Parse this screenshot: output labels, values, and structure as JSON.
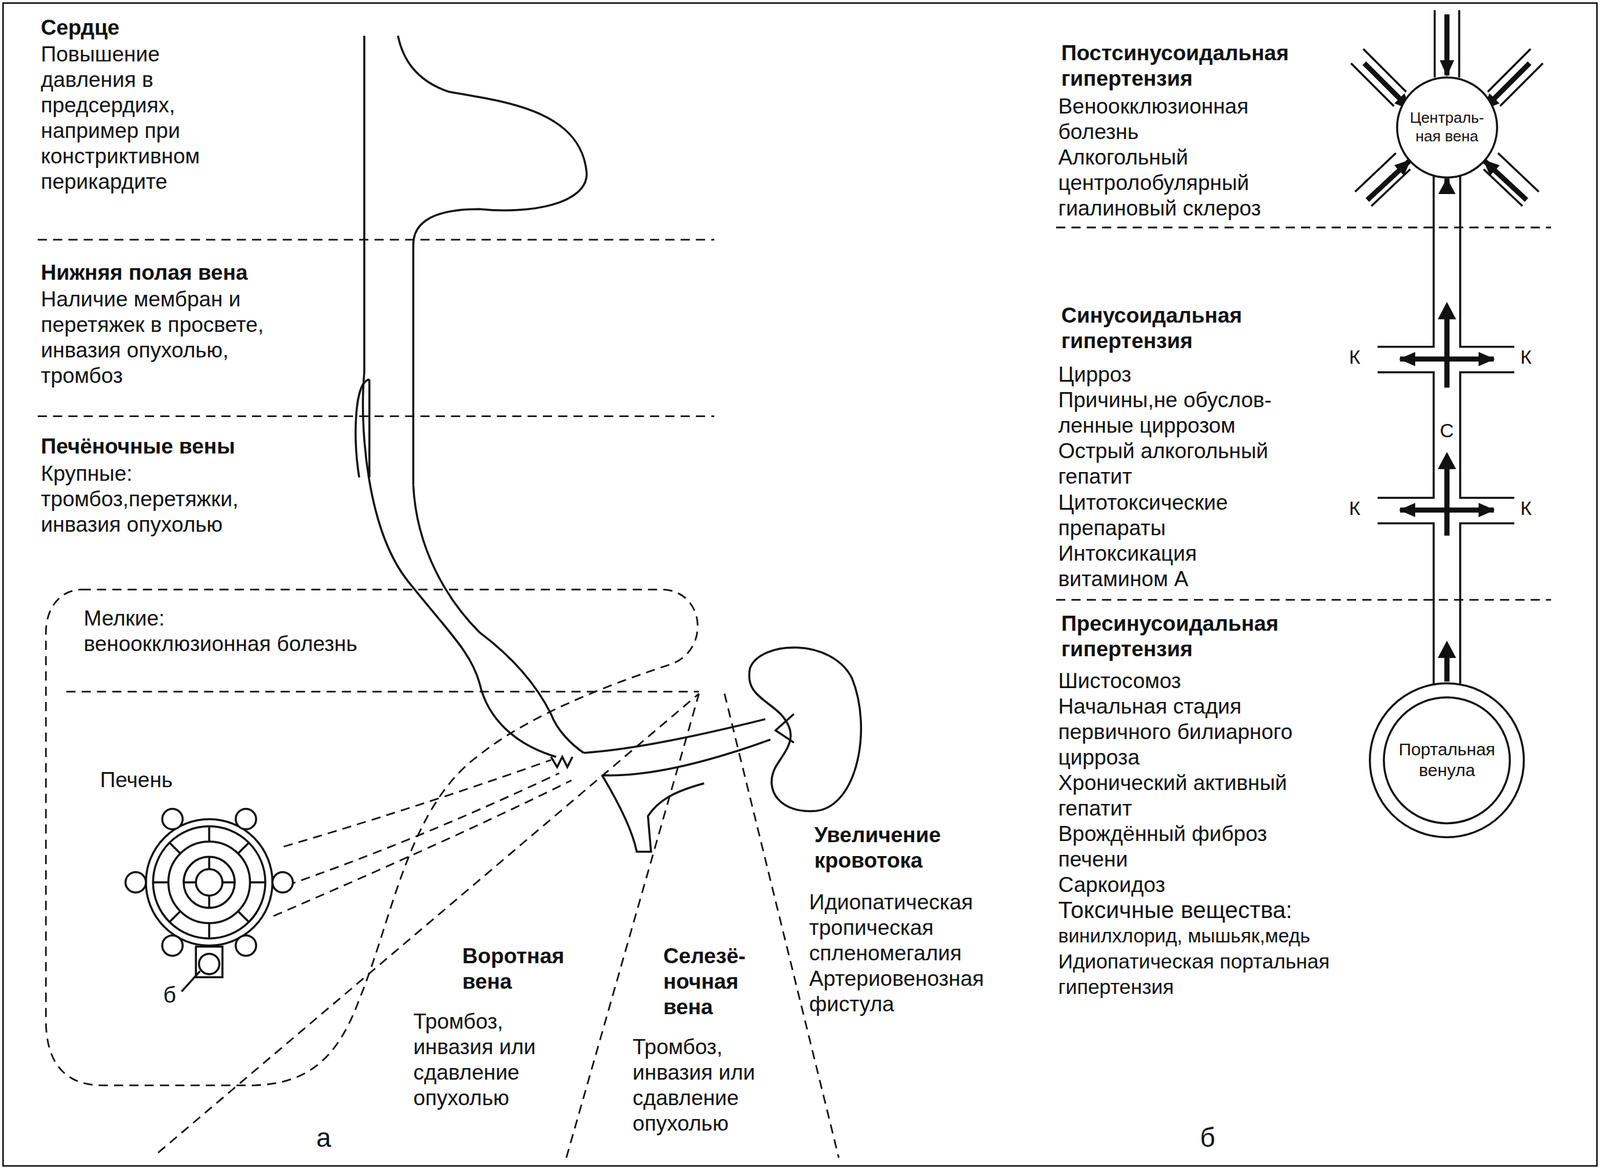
{
  "diagram": {
    "nodes": [
      {
        "text": [
          "Централь-ная вена"
        ]
      },
      {
        "text": [
          "Портальная венула"
        ]
      }
    ],
    "edges": [
      {
        "from": 1,
        "to": 0,
        "arrow": "to"
      }
    ],
    "labels": [
      "Сердце",
      "Повышение давления в предсердиях, например при констриктивном перикардите",
      "Нижняя полая вена",
      "Наличие мембран и перетяжек в просвете, инвазия опухолью, тромбоз",
      "Печёночные вены",
      "Крупные: тромбоз,перетяжки, инвазия опухолью",
      "Мелкие:",
      "веноокклюзионная болезнь",
      "Печень",
      "б",
      "Воротная вена",
      "Тромбоз, инвазия или сдавление опухолью",
      "Селезё-ночная вена",
      "Тромбоз, инвазия или сдавление опухолью",
      "Увеличение кровотока",
      "Идиопатическая тропическая спленомегалия",
      "Артериовенозная фистула",
      "а",
      "Постсинусоидальная гипертензия",
      "Веноокклюзионная болезнь",
      "Алкогольный центролобулярный гиалиновый склероз",
      "Синусоидальная гипертензия",
      "Цирроз",
      "Причины,не обуслов-ленные циррозом",
      "Острый алкогольный гепатит",
      "Цитотоксические препараты",
      "Интоксикация витамином А",
      "Пресинусоидальная гипертензия",
      "Шистосомоз",
      "Начальная стадия первичного билиарного цирроза",
      "Хронический активный гепатит",
      "Врождённый фиброз печени",
      "Саркоидоз",
      "Токсичные вещества:",
      "винилхлорид, мышьяк,медь",
      "Идиопатическая портальная гипертензия",
      "К",
      "К",
      "С",
      "К",
      "К",
      "б"
    ]
  }
}
